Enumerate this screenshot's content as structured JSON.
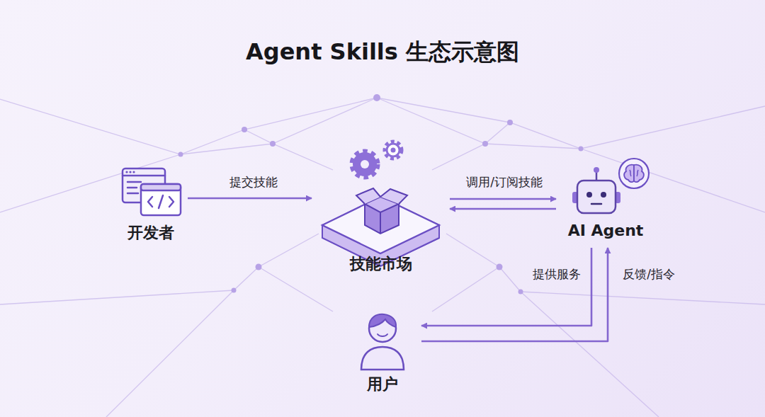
{
  "diagram": {
    "title": "Agent Skills 生态示意图",
    "nodes": [
      {
        "text": [
          "开发者"
        ]
      },
      {
        "text": [
          "技能市场"
        ]
      },
      {
        "text": [
          "AI Agent"
        ]
      },
      {
        "text": [
          "用户"
        ]
      }
    ],
    "edges": [
      {
        "from": 0,
        "to": 1,
        "arrow": "to",
        "label": "提交技能"
      },
      {
        "from": 1,
        "to": 2,
        "arrow": "to",
        "label": "调用/订阅技能"
      },
      {
        "from": 2,
        "to": 1,
        "arrow": "to"
      },
      {
        "from": 2,
        "to": 3,
        "arrow": "to",
        "label": "提供服务"
      },
      {
        "from": 3,
        "to": 2,
        "arrow": "to",
        "label": "反馈/指令"
      }
    ]
  }
}
